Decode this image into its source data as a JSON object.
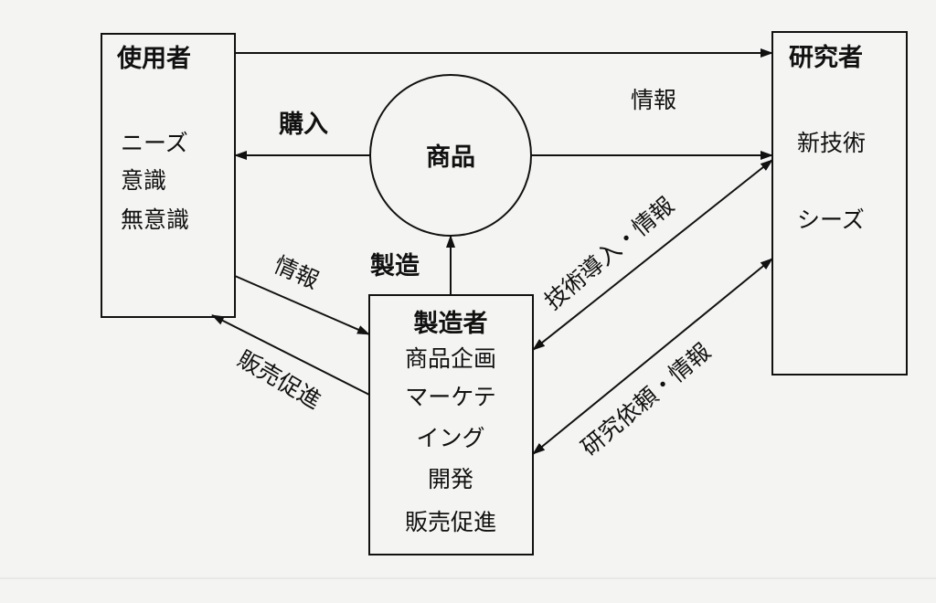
{
  "user": {
    "title": "使用者",
    "items": [
      "ニーズ",
      "意識",
      "無意識"
    ]
  },
  "researcher": {
    "title": "研究者",
    "items": [
      "新技術",
      "シーズ"
    ]
  },
  "product": {
    "label": "商品"
  },
  "manufacturer": {
    "title": "製造者",
    "items": [
      "商品企画",
      "マーケテ",
      "イング",
      "開発",
      "販売促進"
    ]
  },
  "arrows": {
    "top_info": "情報",
    "purchase": "購入",
    "manufacture": "製造",
    "user_info": "情報",
    "sales_promotion": "販売促進",
    "tech_intro": "技術導入・情報",
    "research_request": "研究依頼・情報"
  }
}
